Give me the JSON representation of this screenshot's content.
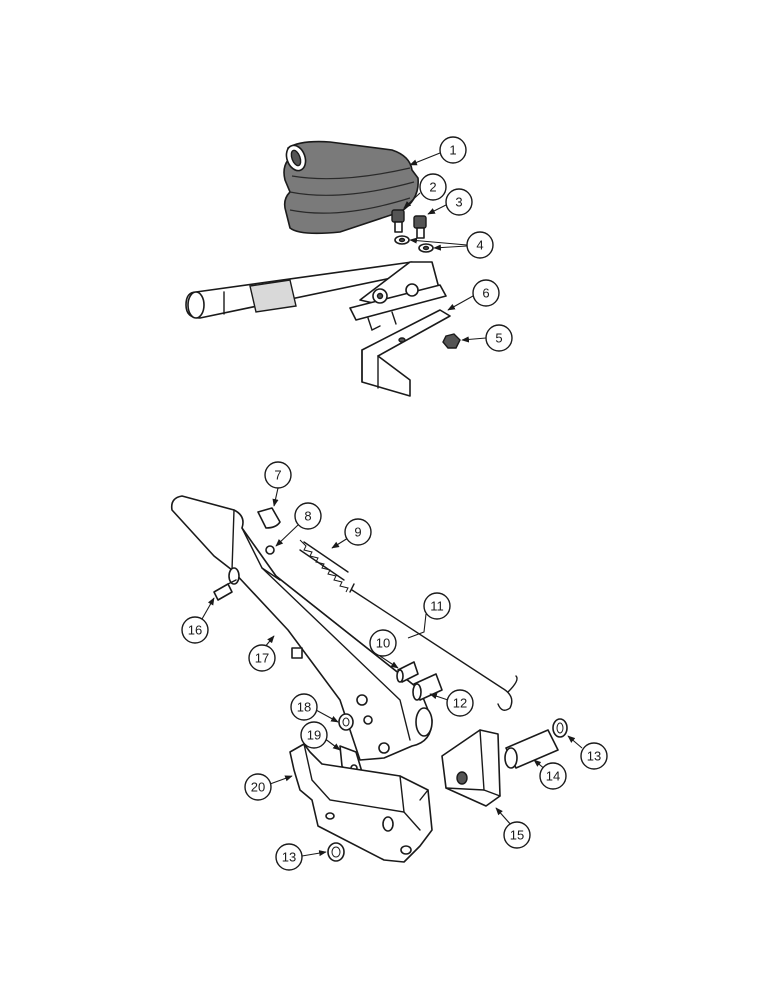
{
  "callouts": {
    "c1": "1",
    "c2": "2",
    "c3": "3",
    "c4": "4",
    "c5": "5",
    "c6": "6",
    "c7": "7",
    "c8": "8",
    "c9": "9",
    "c10": "10",
    "c11": "11",
    "c12": "12",
    "c13a": "13",
    "c13b": "13",
    "c14": "14",
    "c15": "15",
    "c16": "16",
    "c17": "17",
    "c18": "18",
    "c19": "19",
    "c20": "20"
  },
  "colors": {
    "ink": "#1a1a1a",
    "boot": "#7a7a7a",
    "background": "#ffffff"
  }
}
